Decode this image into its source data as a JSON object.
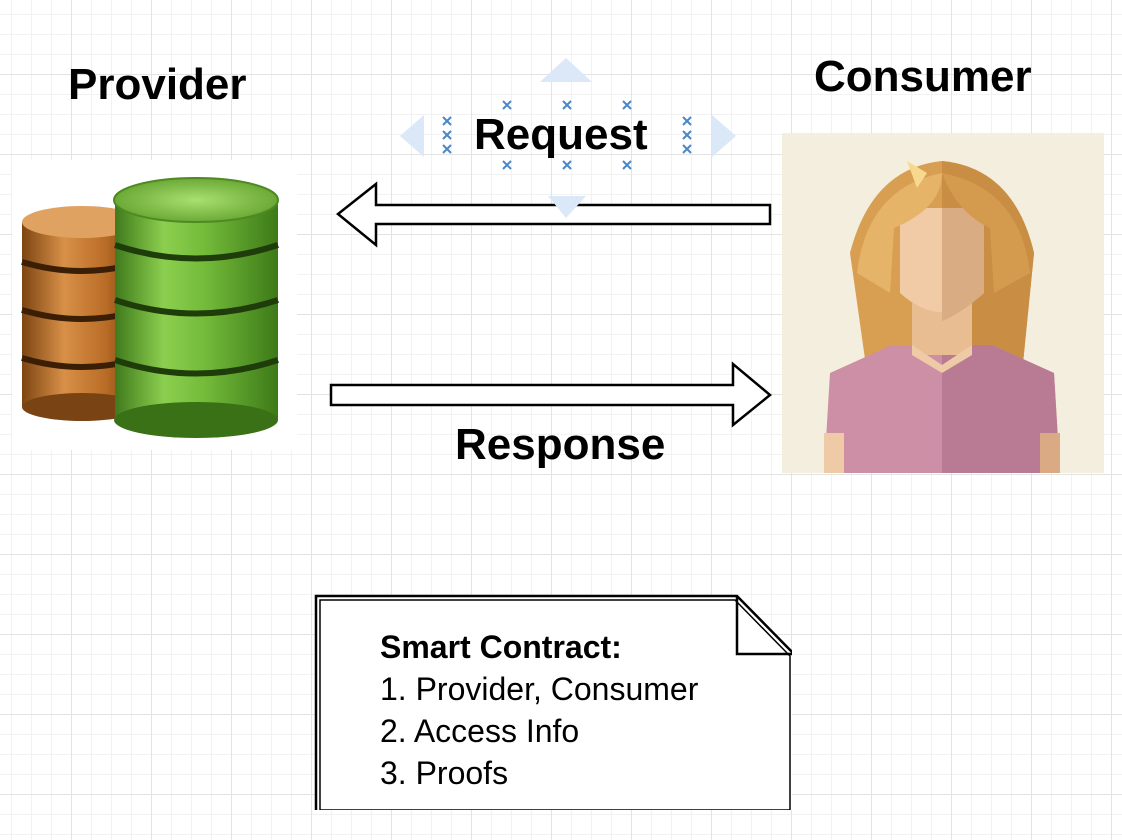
{
  "diagram": {
    "provider": {
      "title": "Provider",
      "icon": "database-stack-icon"
    },
    "consumer": {
      "title": "Consumer",
      "icon": "person-avatar-icon"
    },
    "request": {
      "label": "Request",
      "direction": "consumer-to-provider"
    },
    "response": {
      "label": "Response",
      "direction": "provider-to-consumer"
    },
    "note": {
      "heading": "Smart Contract:",
      "items": [
        "1. Provider, Consumer",
        "2. Access Info",
        "3. Proofs"
      ]
    },
    "colors": {
      "selection_handles": "#4a86c8",
      "database_green": "#6bb236",
      "database_brown": "#c07a33",
      "consumer_background": "#f3eedd",
      "consumer_hair": "#e2b065",
      "consumer_skin": "#efcaa6",
      "consumer_shirt": "#cc8ea4"
    }
  }
}
